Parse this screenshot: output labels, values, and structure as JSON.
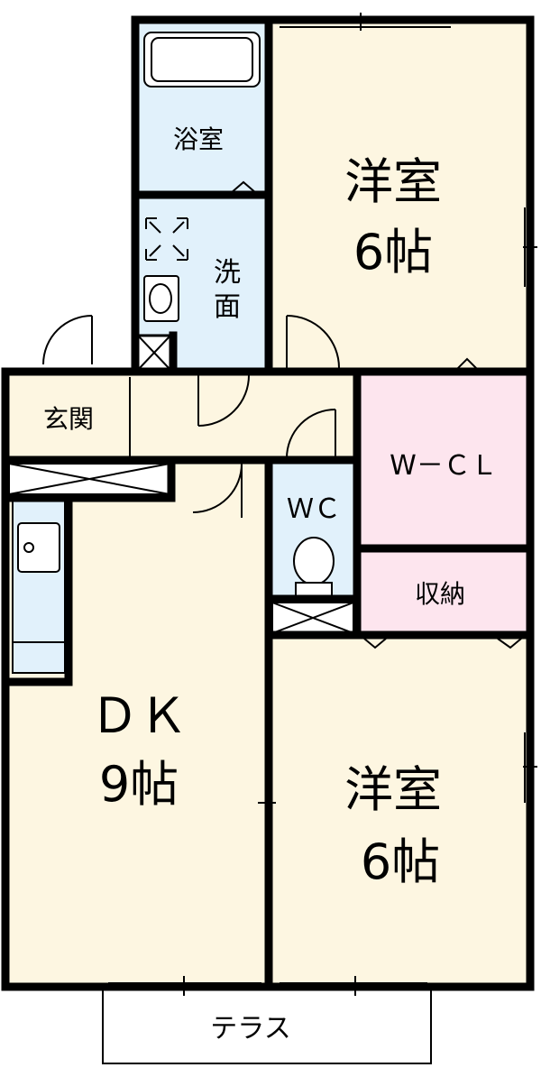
{
  "floorplan": {
    "rooms": {
      "bath": {
        "label": "浴室"
      },
      "western_top": {
        "line1": "洋室",
        "line2": "6帖"
      },
      "washroom": {
        "line1": "洗",
        "line2": "面"
      },
      "entrance": {
        "label": "玄関"
      },
      "walk_in_closet": {
        "label": "W－ＣＬ"
      },
      "toilet": {
        "label": "ＷＣ"
      },
      "storage": {
        "label": "収納"
      },
      "dk": {
        "line1": "ＤＫ",
        "line2": "9帖"
      },
      "western_bottom": {
        "line1": "洋室",
        "line2": "6帖"
      },
      "terrace": {
        "label": "テラス"
      }
    },
    "colors": {
      "living": "#fdf6e1",
      "wet": "#e1f1fb",
      "closet": "#fde5ee",
      "terrace": "#ffffff",
      "wall": "#000000"
    }
  }
}
